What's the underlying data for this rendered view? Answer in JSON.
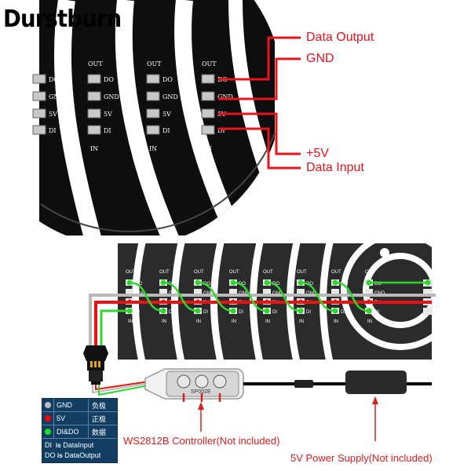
{
  "brand": {
    "name": "Durstburn"
  },
  "top_photo": {
    "pad_labels": [
      "OUT",
      "DO",
      "GND",
      "5V",
      "DI",
      "IN"
    ],
    "callouts": [
      {
        "label": "Data Output",
        "pin": "DO"
      },
      {
        "label": "GND",
        "pin": "GND"
      },
      {
        "label": "+5V",
        "pin": "5V"
      },
      {
        "label": "Data Input",
        "pin": "DI"
      }
    ]
  },
  "wiring_diagram": {
    "segment_count": 9,
    "segment_labels": {
      "top": "OUT",
      "bottom": "IN",
      "pins": [
        "DO",
        "GND",
        "5V",
        "DI"
      ]
    },
    "end_segment_pins": [
      "DI",
      "GND",
      "5V",
      "DO"
    ],
    "wire_colors": {
      "gnd": "#b9b9b9",
      "v5": "#ee1111",
      "data": "#2fd62f"
    },
    "controller": {
      "model": "SP002E"
    },
    "controller_caption": "WS2812B Controller(Not included)",
    "power_caption": "5V Power Supply(Not included)"
  },
  "legend": {
    "rows": [
      {
        "color": "#bdbdbd",
        "name": "GND",
        "cn": "负极"
      },
      {
        "color": "#ff0000",
        "name": "5V",
        "cn": "正极"
      },
      {
        "color": "#1fe01f",
        "name": "DI&DO",
        "cn": "数据"
      }
    ],
    "notes": [
      {
        "abbr": "DI",
        "is": "is",
        "meaning": "DataInput"
      },
      {
        "abbr": "DO",
        "is": "is",
        "meaning": "DataOutput"
      }
    ]
  },
  "colors": {
    "accent_red": "#e8141c",
    "pcb": "#111111",
    "strip": "#2b2b2b",
    "legend_bg": "#123e63"
  }
}
